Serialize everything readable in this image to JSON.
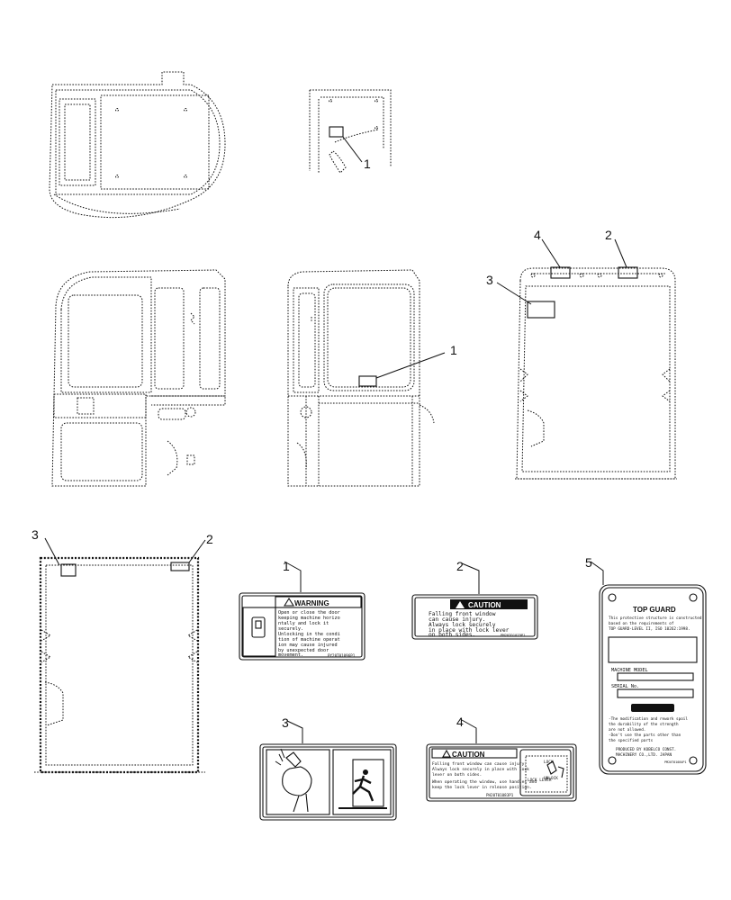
{
  "callouts": {
    "v1_label1": "1",
    "v2_label1": "1",
    "v3_label4": "4",
    "v3_label2": "2",
    "v3_label3": "3",
    "v4_label3": "3",
    "v4_label2": "2",
    "d1": "1",
    "d2": "2",
    "d3": "3",
    "d4": "4",
    "d5": "5"
  },
  "decals": {
    "warning": {
      "title": "WARNING",
      "lines": [
        "Open or close the door",
        "keeping machine horizo",
        "ntally and lock it",
        "securely.",
        "Unlocking in the condi",
        "tion of machine operat",
        "ion may cause injured",
        "by unexpected door",
        "movement."
      ],
      "code": "PY20T01096P1"
    },
    "caution_front": {
      "title": "CAUTION",
      "lines": [
        "Falling front window",
        "can cause injury.",
        "Always lock securely",
        "in place with lock lever",
        "on both sides."
      ],
      "code": "PM20T01079P1"
    },
    "caution_lock": {
      "title": "CAUTION",
      "lines": [
        "Falling front window can cause injury.",
        "Always lock securely in place with lock",
        "lever on both sides.",
        "When operating the window, use handles and",
        "keep the lock lever in release position."
      ],
      "code": "PH20T01083P1",
      "lock": "LOCK",
      "unlock": "UNLOCK",
      "lever": "LOCK LEVER"
    },
    "top_guard": {
      "title": "TOP GUARD",
      "lines": [
        "This protective structure is constructed",
        "based on the requirements of",
        "TOP GUARD-LEVEL II, ISO 10262:1998."
      ],
      "machine_model": "MACHINE MODEL",
      "serial": "SERIAL No.",
      "notes": [
        "-The modification and rework spoil",
        "the durability of the strength",
        "are not allowed.",
        "-Don't use the parts other than",
        "the specified parts"
      ],
      "footer": [
        "PRODUCED BY KOBELCO CONST.",
        "MACHINERY CO.,LTD. JAPAN"
      ],
      "code": "PM20T01084P1"
    }
  }
}
